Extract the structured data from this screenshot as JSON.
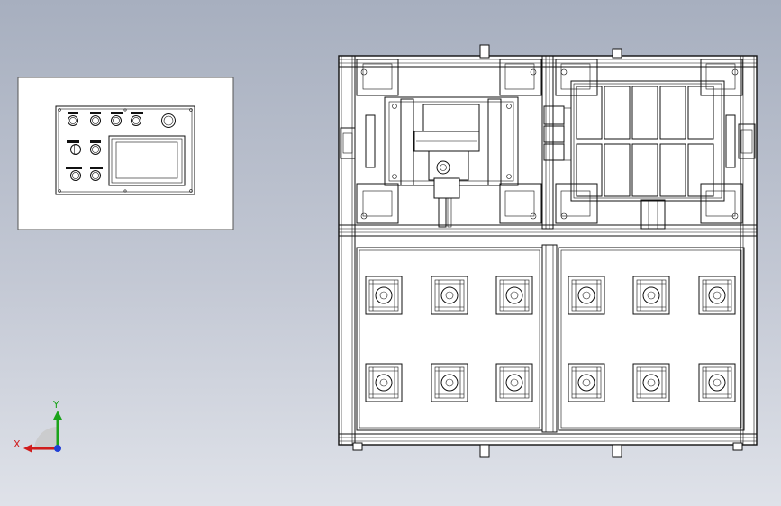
{
  "viewport": {
    "background_top": "#a7afbf",
    "background_bottom": "#dfe2e9"
  },
  "triad": {
    "x_label": "X",
    "y_label": "Y",
    "x_color": "#d01c1c",
    "y_color": "#1aa31a",
    "z_color": "#1f3fd6"
  },
  "control_panel": {
    "button_labels_row1": [
      "",
      "",
      "",
      ""
    ],
    "button_labels_row2": [
      "",
      ""
    ],
    "button_labels_row3": [
      "",
      ""
    ],
    "hmi_screen": "touch-screen-display"
  },
  "machine": {
    "fixture_count": 12,
    "tray_pocket_count": 10
  }
}
